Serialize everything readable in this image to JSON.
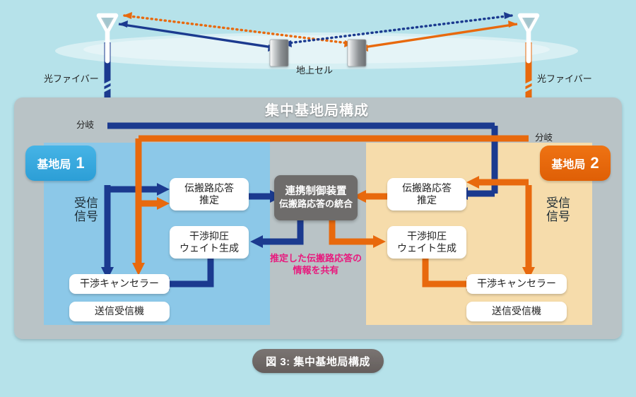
{
  "figure": {
    "background_color": "#b6e2ea",
    "caption": "図 3: 集中基地局構成"
  },
  "top_scene": {
    "ground_cell_label": "地上セル",
    "fiber_left_label": "光ファイバー",
    "fiber_right_label": "光ファイバー",
    "left_fiber_color": "#1b3a8f",
    "right_fiber_color": "#e8690d",
    "antenna_count": 2,
    "building_count": 2,
    "links": [
      {
        "name": "left-antenna-to-near-building",
        "style": "solid",
        "color": "#1b3a8f",
        "direction": "both"
      },
      {
        "name": "left-antenna-to-far-building",
        "style": "dotted",
        "color": "#e8690d",
        "direction": "both"
      },
      {
        "name": "right-antenna-to-near-building",
        "style": "solid",
        "color": "#e8690d",
        "direction": "both"
      },
      {
        "name": "right-antenna-to-far-building",
        "style": "dotted",
        "color": "#1b3a8f",
        "direction": "both"
      }
    ]
  },
  "panel": {
    "title": "集中基地局構成",
    "fill": "#b9c3c6",
    "branch_label_left": "分岐",
    "branch_label_right": "分岐"
  },
  "base_station_1": {
    "pill_label": "基地局",
    "pill_number": "1",
    "pill_color": "#35a8df",
    "panel_color": "#8cc8e8",
    "received_signal_label": "受信\n信号",
    "boxes": [
      {
        "name": "channel-estimation",
        "text": "伝搬路応答\n推定"
      },
      {
        "name": "interference-weight",
        "text": "干渉抑圧\nウェイト生成"
      },
      {
        "name": "interference-canceller",
        "text": "干渉キャンセラー"
      },
      {
        "name": "transceiver",
        "text": "送信受信機"
      }
    ]
  },
  "base_station_2": {
    "pill_label": "基地局",
    "pill_number": "2",
    "pill_color": "#e8690d",
    "panel_color": "#f6dcab",
    "received_signal_label": "受信\n信号",
    "boxes": [
      {
        "name": "channel-estimation",
        "text": "伝搬路応答\n推定"
      },
      {
        "name": "interference-weight",
        "text": "干渉抑圧\nウェイト生成"
      },
      {
        "name": "interference-canceller",
        "text": "干渉キャンセラー"
      },
      {
        "name": "transceiver",
        "text": "送信受信機"
      }
    ]
  },
  "coordination_unit": {
    "line1": "連携制御装置",
    "line2": "伝搬路応答の統合",
    "color": "#6e6c6b"
  },
  "annotation": {
    "text": "推定した伝搬路応答の\n情報を共有",
    "color": "#e8197d"
  },
  "colors": {
    "blue": "#1b3a8f",
    "orange": "#e8690d",
    "magenta": "#e8197d",
    "gray_panel": "#b9c3c6",
    "white_box": "#ffffff"
  }
}
